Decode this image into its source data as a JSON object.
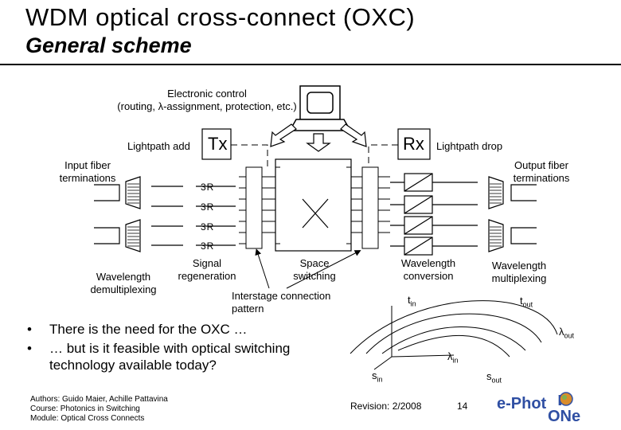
{
  "header": {
    "title": "WDM optical cross-connect (OXC)",
    "subtitle": "General scheme"
  },
  "diagram": {
    "control_line1": "Electronic control",
    "control_line2": "(routing, λ-assignment, protection, etc.)",
    "lightpath_add": "Lightpath add",
    "tx": "Tx",
    "rx": "Rx",
    "lightpath_drop": "Lightpath drop",
    "input_fiber_1": "Input fiber",
    "input_fiber_2": "terminations",
    "output_fiber_1": "Output fiber",
    "output_fiber_2": "terminations",
    "regenerator_labels": [
      "3R",
      "3R",
      "3R",
      "3R"
    ],
    "wl_demux_1": "Wavelength",
    "wl_demux_2": "demultiplexing",
    "signal_regen_1": "Signal",
    "signal_regen_2": "regeneration",
    "space_switch_1": "Space",
    "space_switch_2": "switching",
    "wl_conv_1": "Wavelength",
    "wl_conv_2": "conversion",
    "wl_mux_1": "Wavelength",
    "wl_mux_2": "multiplexing",
    "interstage_1": "Interstage connection",
    "interstage_2": "pattern"
  },
  "bullets": [
    "There is the need for the OXC …",
    "… but is it feasible with optical switching",
    "technology available today?"
  ],
  "axes": {
    "t_in": "t",
    "t_in_sub": "in",
    "t_out": "t",
    "t_out_sub": "out",
    "s_in": "s",
    "s_in_sub": "in",
    "s_out": "s",
    "s_out_sub": "out",
    "l_in": "λ",
    "l_in_sub": "in",
    "l_out": "λ",
    "l_out_sub": "out"
  },
  "footer": {
    "authors": "Authors: Guido Maier, Achille Pattavina",
    "course": "Course: Photonics in Switching",
    "module": "Module: Optical Cross Connects",
    "revision": "Revision: 2/2008",
    "page": "14",
    "logo_text_1": "e-Phot",
    "logo_text_2": "n",
    "logo_text_3": "ONe"
  }
}
